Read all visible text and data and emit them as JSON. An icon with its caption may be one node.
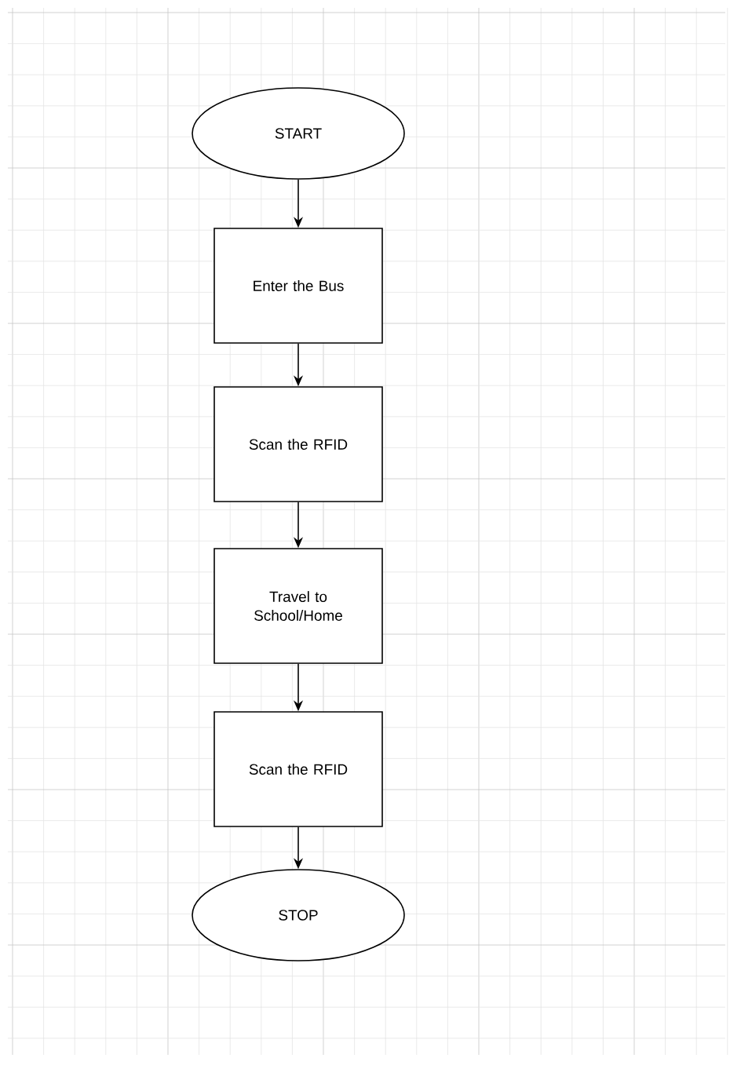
{
  "diagram": {
    "nodes": [
      {
        "text": [
          "START"
        ]
      },
      {
        "text": [
          "Enter the Bus"
        ]
      },
      {
        "text": [
          "Scan the RFID"
        ]
      },
      {
        "text": [
          "Travel to School/Home"
        ]
      },
      {
        "text": [
          "Scan the RFID"
        ]
      },
      {
        "text": [
          "STOP"
        ]
      }
    ],
    "edges": [
      {
        "from": 0,
        "to": 1,
        "arrow": "to"
      },
      {
        "from": 1,
        "to": 2,
        "arrow": "to"
      },
      {
        "from": 2,
        "to": 3,
        "arrow": "to"
      },
      {
        "from": 3,
        "to": 4,
        "arrow": "to"
      },
      {
        "from": 4,
        "to": 5,
        "arrow": "to"
      }
    ]
  }
}
